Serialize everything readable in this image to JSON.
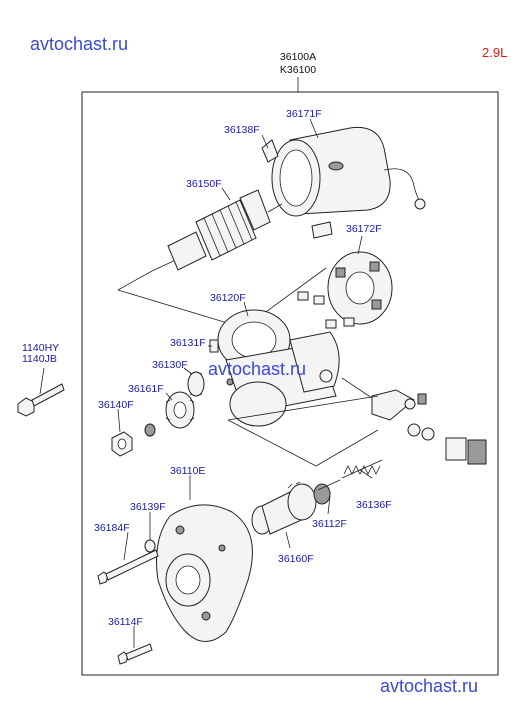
{
  "watermark_top": "avtochast.ru",
  "watermark_mid": "avtochast.ru",
  "watermark_bottom": "avtochast.ru",
  "engine": "2.9L",
  "assembly": {
    "code_line1": "36100A",
    "code_line2": "K36100"
  },
  "parts": {
    "p36171F": "36171F",
    "p36138F": "36138F",
    "p36150F": "36150F",
    "p36172F": "36172F",
    "p36120F": "36120F",
    "p36131F": "36131F",
    "p36130F": "36130F",
    "p36161F": "36161F",
    "p36140F": "36140F",
    "p36110E": "36110E",
    "p36139F": "36139F",
    "p36184F": "36184F",
    "p36114F": "36114F",
    "p36136F": "36136F",
    "p36112F": "36112F",
    "p36160F": "36160F",
    "bolt1": "1140HY",
    "bolt2": "1140JB"
  }
}
